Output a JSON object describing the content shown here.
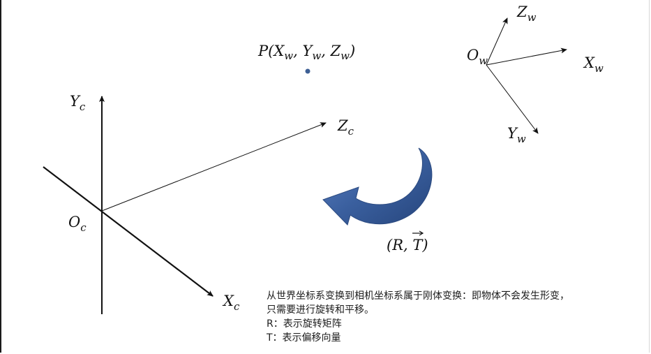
{
  "camera_axes": {
    "origin": {
      "main": "O",
      "sub": "c"
    },
    "x_axis": {
      "main": "X",
      "sub": "c"
    },
    "y_axis": {
      "main": "Y",
      "sub": "c"
    },
    "z_axis": {
      "main": "Z",
      "sub": "c"
    }
  },
  "world_axes": {
    "origin": {
      "main": "O",
      "sub": "w"
    },
    "x_axis": {
      "main": "X",
      "sub": "w"
    },
    "y_axis": {
      "main": "Y",
      "sub": "w"
    },
    "z_axis": {
      "main": "Z",
      "sub": "w"
    }
  },
  "point": {
    "label_prefix": "P(",
    "x_main": "X",
    "x_sub": "w",
    "sep1": ", ",
    "y_main": "Y",
    "y_sub": "w",
    "sep2": ", ",
    "z_main": "Z",
    "z_sub": "w",
    "label_suffix": ")"
  },
  "transform": {
    "label_open": "(",
    "r": "R",
    "comma": ", ",
    "t": "T",
    "label_close": ")",
    "arrow_color": "#3a5f9e"
  },
  "notes": [
    "从世界坐标系变换到相机坐标系属于刚体变换：即物体不会发生形变，",
    "只需要进行旋转和平移。",
    "R：表示旋转矩阵",
    "T：表示偏移向量"
  ],
  "colors": {
    "axis": "#111111",
    "point": "#3d5f94"
  }
}
